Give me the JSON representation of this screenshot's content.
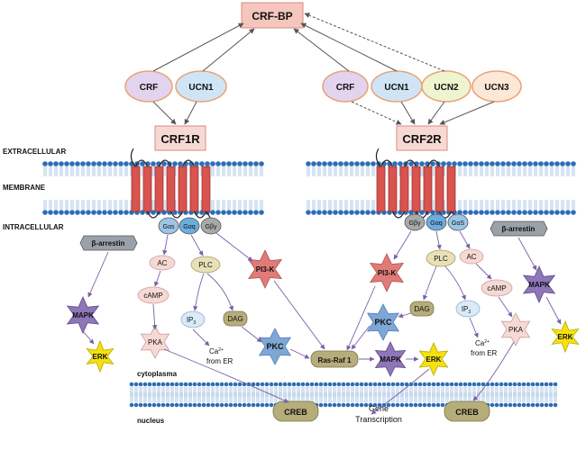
{
  "diagram": {
    "crf_bp": "CRF-BP",
    "left_ligands": {
      "crf": "CRF",
      "ucn1": "UCN1"
    },
    "right_ligands": {
      "crf": "CRF",
      "ucn1": "UCN1",
      "ucn2": "UCN2",
      "ucn3": "UCN3"
    },
    "receptors": {
      "left": "CRF1R",
      "right": "CRF2R"
    },
    "zones": {
      "extracellular": "EXTRACELLULAR",
      "membrane": "MEMBRANE",
      "intracellular": "INTRACELLULAR"
    },
    "compartments": {
      "cytoplasma": "cytoplasma",
      "nucleus": "nucleus"
    },
    "left_path": {
      "g_s": "Gαs",
      "g_q": "Gαq",
      "g_bg": "Gβγ",
      "ac": "AC",
      "camp": "cAMP",
      "pka": "PKA",
      "plc": "PLC",
      "ip3": "IP",
      "ip3_sub": "3",
      "dag": "DAG",
      "pkc": "PKC",
      "pi3k": "PI3-K",
      "barrestin": "β-arrestin",
      "mapk": "MAPK",
      "erk": "ERK",
      "ca_main": "Ca",
      "ca_sup": "2+",
      "ca_from": "from ER"
    },
    "center": {
      "rasraf": "Ras-Raf 1",
      "mapk": "MAPK",
      "erk": "ERK"
    },
    "right_path": {
      "g_bg": "Gβγ",
      "g_q": "Gαq",
      "g_s": "GαS",
      "pi3k": "PI3-K",
      "plc": "PLC",
      "ac": "AC",
      "dag": "DAG",
      "ip3": "IP",
      "ip3_sub": "3",
      "pkc": "PKC",
      "camp": "cAMP",
      "pka": "PKA",
      "barrestin": "β-arrestin",
      "mapk": "MAPK",
      "erk": "ERK",
      "ca_main": "Ca",
      "ca_sup": "2+",
      "ca_from": "from ER"
    },
    "nuclear": {
      "creb_left": "CREB",
      "creb_right": "CREB",
      "gene1": "Gene",
      "gene2": "Transcription"
    },
    "colors": {
      "receptor_red": "#d9534f",
      "lipid_blue": "#2e6db5",
      "crfbp_fill": "#f5c6bd",
      "pink_pill": "#f7d9d4",
      "blue_pill": "#cfe5f5",
      "olive": "#b5ad7a",
      "pink_star": "#e07b78",
      "blue_star": "#7fa7d6",
      "purple_star": "#8e76b8",
      "yellow_star": "#f4e20e",
      "barrestin_gray": "#9aa1a8"
    }
  }
}
